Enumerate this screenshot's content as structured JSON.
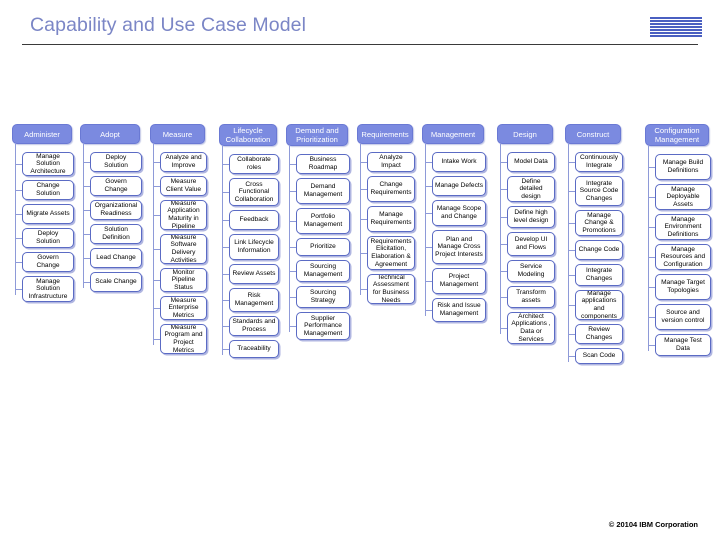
{
  "header": {
    "title": "Capability and Use Case Model",
    "logo": "ibm-logo",
    "title_color": "#7b86c6"
  },
  "footer": {
    "copyright": "© 20104 IBM Corporation"
  },
  "theme": {
    "header_box_fill": "#7b8ae0",
    "header_box_text": "#ffffff",
    "node_fill": "#ffffff",
    "node_border": "#5b6bc4",
    "connector": "#8e9ad8"
  },
  "chart_data": {
    "type": "diagram",
    "title": "Capability and Use Case Model",
    "layout": "ten-column capability tree; each column header is a capability domain with a vertical spine connecting its child use-case nodes",
    "columns": [
      {
        "header": "Administer",
        "items": [
          "Manage Solution Architecture",
          "Change Solution",
          "Migrate Assets",
          "Deploy Solution",
          "Govern Change",
          "Manage Solution Infrastructure"
        ]
      },
      {
        "header": "Adopt",
        "items": [
          "Deploy Solution",
          "Govern Change",
          "Organizational Readiness",
          "Solution Definition",
          "Lead Change",
          "Scale Change"
        ]
      },
      {
        "header": "Measure",
        "items": [
          "Analyze and Improve",
          "Measure Client Value",
          "Measure Application Maturity in Pipeline",
          "Measure Software Delivery Activities",
          "Monitor Pipeline Status",
          "Measure Enterprise Metrics",
          "Measure Program and Project Metrics"
        ]
      },
      {
        "header": "Lifecycle Collaboration",
        "items": [
          "Collaborate roles",
          "Cross Functional Collaboration",
          "Feedback",
          "Link Lifecycle Information",
          "Review Assets",
          "Risk Management",
          "Standards and Process",
          "Traceability"
        ]
      },
      {
        "header": "Demand and Prioritization",
        "items": [
          "Business Roadmap",
          "Demand Management",
          "Portfolio Management",
          "Prioritize",
          "Sourcing Management",
          "Sourcing Strategy",
          "Supplier Performance Management"
        ]
      },
      {
        "header": "Requirements",
        "items": [
          "Analyze Impact",
          "Change Requirements",
          "Manage Requirements",
          "Requirements Elicitation, Elaboration & Agreement",
          "Technical Assessment for Business Needs"
        ]
      },
      {
        "header": "Management",
        "items": [
          "Intake Work",
          "Manage Defects",
          "Manage Scope and Change",
          "Plan and Manage Cross Project Interests",
          "Project Management",
          "Risk and Issue Management"
        ]
      },
      {
        "header": "Design",
        "items": [
          "Model Data",
          "Define detailed design",
          "Define high level design",
          "Develop UI and Flows",
          "Service Modeling",
          "Transform assets",
          "Architect Applications , Data or Services"
        ]
      },
      {
        "header": "Construct",
        "items": [
          "Continuously Integrate",
          "Integrate Source Code Changes",
          "Manage Change & Promotions",
          "Change Code",
          "Integrate Changes",
          "Manage applications and components",
          "Review Changes",
          "Scan Code"
        ]
      },
      {
        "header": "Configuration Management",
        "items": [
          "Manage Build Definitions",
          "Manage Deployable Assets",
          "Manage Environment Definitions",
          "Manage Resources and Configuration",
          "Manage Target Topologies",
          "Source and version control",
          "Manage Test Data"
        ]
      }
    ]
  }
}
